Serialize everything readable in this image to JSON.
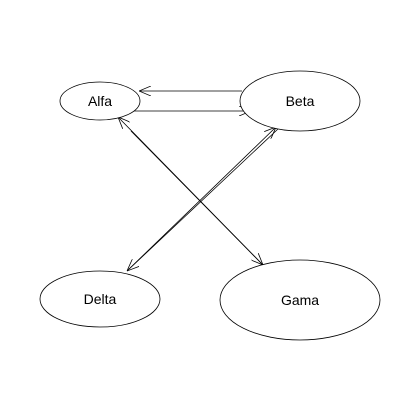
{
  "diagram": {
    "nodes": [
      {
        "id": "alfa",
        "label": "Alfa"
      },
      {
        "id": "beta",
        "label": "Beta"
      },
      {
        "id": "delta",
        "label": "Delta"
      },
      {
        "id": "gama",
        "label": "Gama"
      }
    ],
    "edges": [
      {
        "from": "beta",
        "to": "alfa"
      },
      {
        "from": "alfa",
        "to": "beta"
      },
      {
        "from": "alfa",
        "to": "gama"
      },
      {
        "from": "gama",
        "to": "alfa"
      },
      {
        "from": "beta",
        "to": "delta"
      },
      {
        "from": "delta",
        "to": "beta"
      }
    ]
  }
}
